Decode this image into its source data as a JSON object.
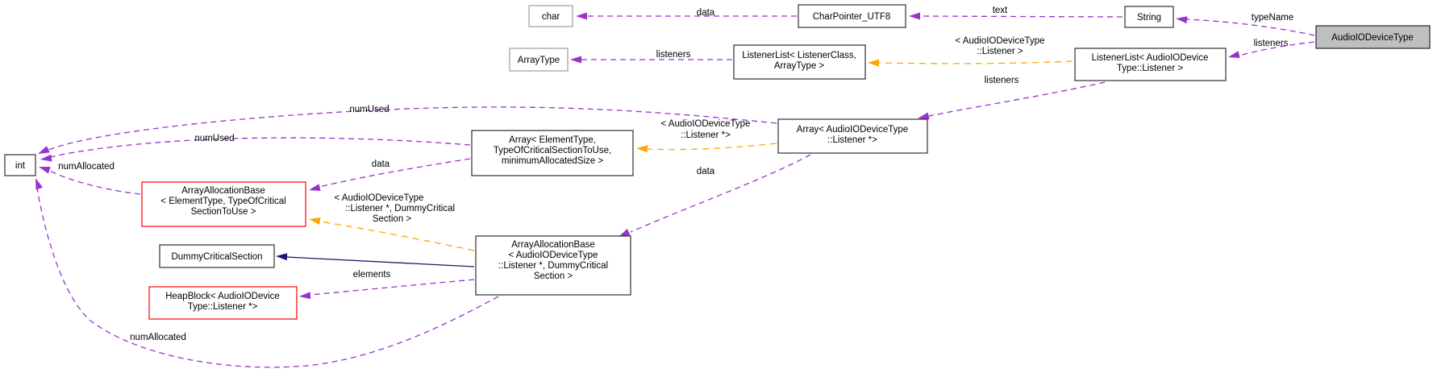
{
  "colors": {
    "member_edge": "#9a32cd",
    "template_edge": "#ffa500",
    "inheritance_edge": "#191970",
    "focus_node_fill": "#bfbfbf",
    "truncated_node_border": "#ff0000",
    "external_node_border": "#9c9c9c"
  },
  "nodes": {
    "char": {
      "lines": [
        "char"
      ]
    },
    "char_pointer_utf8": {
      "lines": [
        "CharPointer_UTF8"
      ]
    },
    "string": {
      "lines": [
        "String"
      ]
    },
    "audio_io_device_type": {
      "lines": [
        "AudioIODeviceType"
      ]
    },
    "array_type": {
      "lines": [
        "ArrayType"
      ]
    },
    "listener_list_generic": {
      "lines": [
        "ListenerList< ListenerClass,",
        "ArrayType >"
      ]
    },
    "listener_list_audio": {
      "lines": [
        "ListenerList< AudioIODevice",
        "Type::Listener >"
      ]
    },
    "array_audio": {
      "lines": [
        "Array< AudioIODeviceType",
        "::Listener *>"
      ]
    },
    "array_generic": {
      "lines": [
        "Array< ElementType,",
        "TypeOfCriticalSectionToUse,",
        "minimumAllocatedSize >"
      ]
    },
    "int": {
      "lines": [
        "int"
      ]
    },
    "array_allocation_base_generic": {
      "lines": [
        "ArrayAllocationBase",
        "< ElementType, TypeOfCritical",
        "SectionToUse >"
      ]
    },
    "dummy_critical_section": {
      "lines": [
        "DummyCriticalSection"
      ]
    },
    "array_allocation_base_audio": {
      "lines": [
        "ArrayAllocationBase",
        "< AudioIODeviceType",
        "::Listener *, DummyCritical",
        "Section >"
      ]
    },
    "heap_block": {
      "lines": [
        "HeapBlock< AudioIODevice",
        "Type::Listener *>"
      ]
    }
  },
  "edge_labels": {
    "data_char": "data",
    "text": "text",
    "type_name": "typeName",
    "listeners_device_type": "listeners",
    "listeners_generic": "listeners",
    "listeners_audio": "listeners",
    "tmpl_listener": [
      "< AudioIODeviceType",
      "::Listener >"
    ],
    "tmpl_listener_ptr": [
      "< AudioIODeviceType",
      "::Listener *>"
    ],
    "tmpl_aab": [
      "< AudioIODeviceType",
      "::Listener *, DummyCritical",
      "Section >"
    ],
    "num_used_audio": "numUsed",
    "num_used_generic": "numUsed",
    "data_generic": "data",
    "data_audio": "data",
    "num_allocated_generic": "numAllocated",
    "num_allocated_audio": "numAllocated",
    "elements": "elements"
  }
}
